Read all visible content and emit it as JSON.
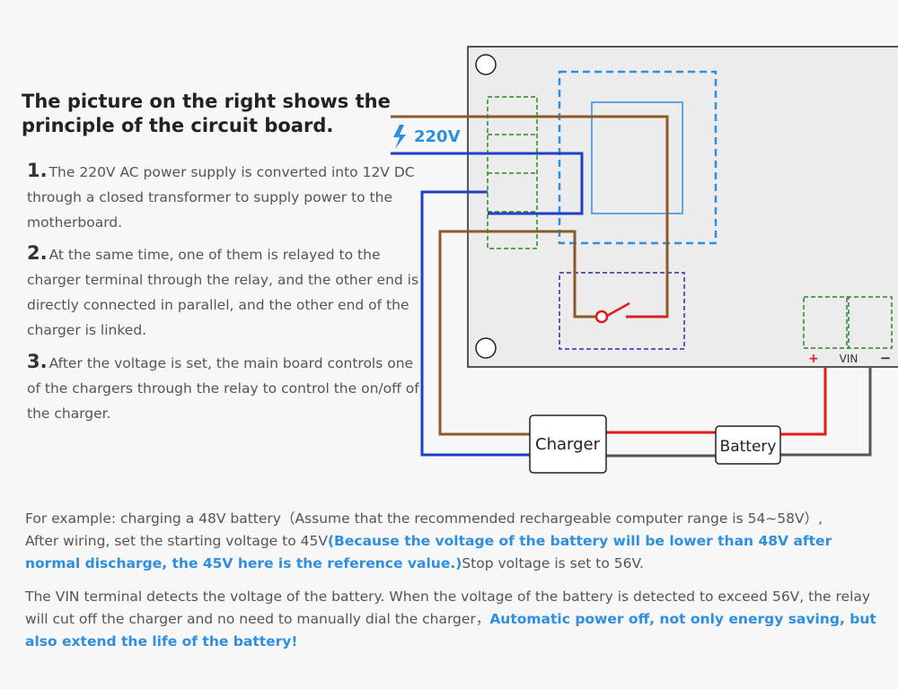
{
  "heading": "The picture on the right shows the principle of the circuit board.",
  "steps": [
    {
      "num": "1.",
      "text": "The 220V AC power supply is converted into 12V DC through a closed transformer to supply power to the motherboard."
    },
    {
      "num": "2.",
      "text": "At the same time, one of them is relayed to the charger terminal through the relay, and the other end is directly connected in parallel, and the other end of the charger is linked."
    },
    {
      "num": "3.",
      "text": "After the voltage is set, the main board controls one of the chargers through the relay to control the on/off of the charger."
    }
  ],
  "diagram": {
    "voltage_label": "220V",
    "charger_label": "Charger",
    "battery_label": "Battery",
    "terminal_plus": "+",
    "terminal_vin": "VIN",
    "terminal_minus": "−",
    "colors": {
      "ac_brown": "#8b5a2b",
      "ac_blue": "#1f3fc8",
      "dc_red": "#e01b1b",
      "dc_gray": "#555555",
      "terminal_green": "#2a8a2a",
      "transformer_blue": "#2f8ee8",
      "relay_navy": "#2b2bb0",
      "highlight_blue": "#2e8ee0"
    }
  },
  "example": {
    "line1": "For example: charging a 48V battery（Assume that the recommended rechargeable computer range is 54~58V）,",
    "line2_start": "After wiring, set the starting voltage to 45V",
    "line2_highlight": "(Because the voltage of the battery will be lower than 48V after normal discharge, the 45V here is the reference value.)",
    "line2_end": "Stop voltage is set to 56V."
  },
  "vin_note": {
    "text": "The VIN terminal detects the voltage of the battery. When the voltage of the battery is detected to exceed 56V, the relay will cut off the charger and no need to manually dial the charger，",
    "highlight": "Automatic power off, not only energy saving, but also extend the life of the battery!"
  }
}
